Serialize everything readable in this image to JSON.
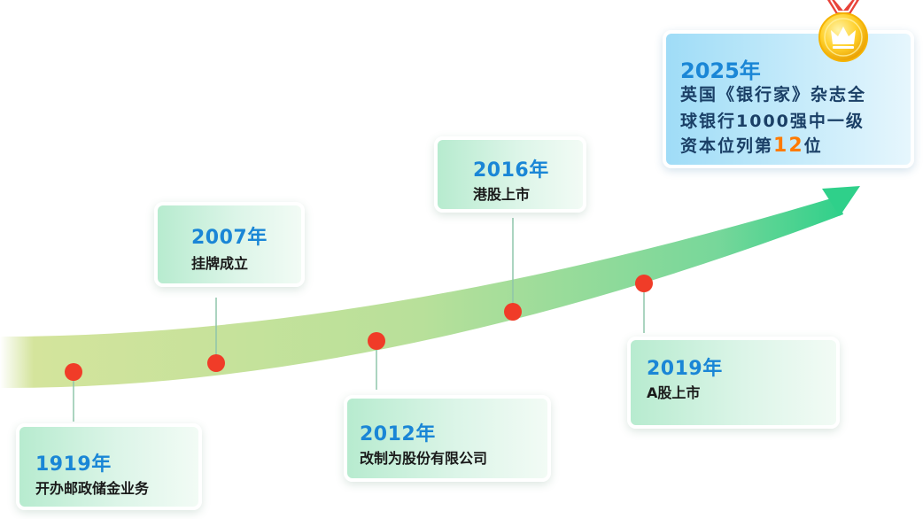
{
  "milestones": [
    {
      "year": "1919年",
      "desc": "开办邮政储金业务"
    },
    {
      "year": "2007年",
      "desc": "挂牌成立"
    },
    {
      "year": "2012年",
      "desc": "改制为股份有限公司"
    },
    {
      "year": "2016年",
      "desc": "港股上市"
    },
    {
      "year": "2019年",
      "desc": "A股上市"
    }
  ],
  "highlight": {
    "year": "2025年",
    "line1": "英国《银行家》杂志全",
    "line2": "球银行1000强中一级",
    "line3_prefix": "资本位列第",
    "line3_number": "12",
    "line3_suffix": "位"
  },
  "colors": {
    "year_blue": "#1a86d6",
    "dot_red": "#f03c28",
    "arrow_green": "#2fd08a",
    "highlight_orange": "#ff7a00"
  }
}
